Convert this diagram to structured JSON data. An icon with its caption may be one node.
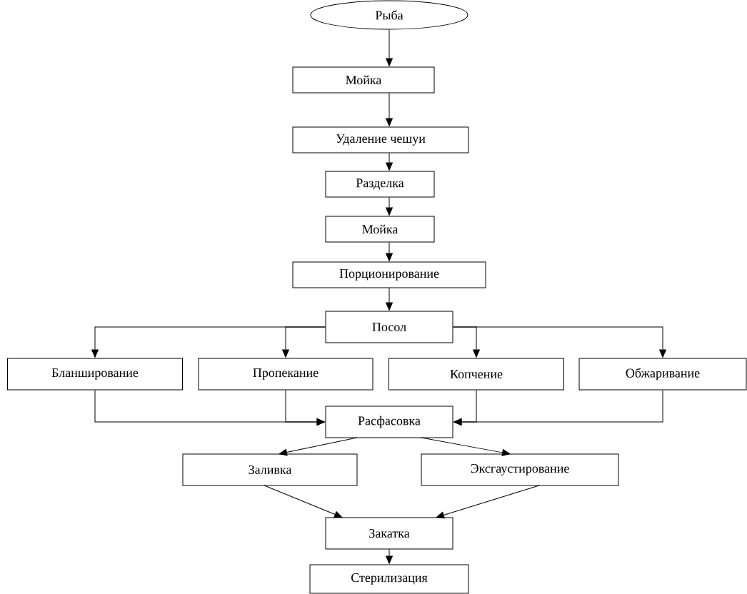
{
  "diagram": {
    "nodes": [
      {
        "text": [
          "Рыба"
        ]
      },
      {
        "text": [
          "Мойка"
        ]
      },
      {
        "text": [
          "Удаление чешуи"
        ]
      },
      {
        "text": [
          "Разделка"
        ]
      },
      {
        "text": [
          "Мойка"
        ]
      },
      {
        "text": [
          "Порционирование"
        ]
      },
      {
        "text": [
          "Посол"
        ]
      },
      {
        "text": [
          "Бланширование"
        ]
      },
      {
        "text": [
          "Пропекание"
        ]
      },
      {
        "text": [
          "Копчение"
        ]
      },
      {
        "text": [
          "Обжаривание"
        ]
      },
      {
        "text": [
          "Расфасовка"
        ]
      },
      {
        "text": [
          "Заливка"
        ]
      },
      {
        "text": [
          "Эксгаустирование"
        ]
      },
      {
        "text": [
          "Закатка"
        ]
      },
      {
        "text": [
          "Стерилизация"
        ]
      }
    ],
    "edges": [
      {
        "from": 0,
        "to": 1,
        "arrow": "to"
      },
      {
        "from": 1,
        "to": 2,
        "arrow": "to"
      },
      {
        "from": 2,
        "to": 3,
        "arrow": "to"
      },
      {
        "from": 3,
        "to": 4,
        "arrow": "to"
      },
      {
        "from": 4,
        "to": 5,
        "arrow": "to"
      },
      {
        "from": 5,
        "to": 6,
        "arrow": "to"
      },
      {
        "from": 6,
        "to": 7,
        "arrow": "to"
      },
      {
        "from": 6,
        "to": 8,
        "arrow": "to"
      },
      {
        "from": 6,
        "to": 9,
        "arrow": "to"
      },
      {
        "from": 6,
        "to": 10,
        "arrow": "to"
      },
      {
        "from": 7,
        "to": 11,
        "arrow": "to"
      },
      {
        "from": 8,
        "to": 11,
        "arrow": "to"
      },
      {
        "from": 9,
        "to": 11,
        "arrow": "to"
      },
      {
        "from": 10,
        "to": 11,
        "arrow": "to"
      },
      {
        "from": 11,
        "to": 12,
        "arrow": "to"
      },
      {
        "from": 11,
        "to": 13,
        "arrow": "to"
      },
      {
        "from": 12,
        "to": 14,
        "arrow": "to"
      },
      {
        "from": 13,
        "to": 14,
        "arrow": "to"
      },
      {
        "from": 14,
        "to": 15,
        "arrow": "to"
      }
    ]
  }
}
